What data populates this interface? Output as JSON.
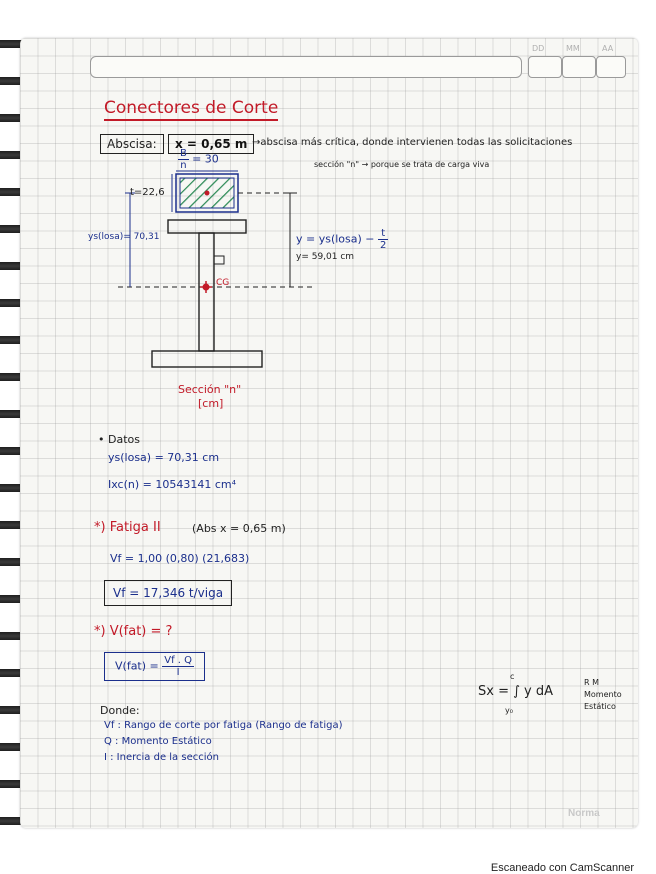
{
  "header": {
    "date_labels": [
      "DD",
      "MM",
      "AA"
    ]
  },
  "title": "Conectores de Corte",
  "abscisa": {
    "label": "Abscisa:",
    "value": "x = 0,65 m",
    "note": "→abscisa más crítica, donde intervienen todas las solicitaciones"
  },
  "figure": {
    "top_label_num": "B",
    "top_label_den": "n",
    "top_label_val": "= 30",
    "t_label": "t=22,6",
    "ys_label": "ys(losa)= 70,31",
    "section_note": "sección \"n\" → porque se trata de carga viva",
    "eq_left": "y = ys(losa) −",
    "eq_num": "t",
    "eq_den": "2",
    "y_value": "y= 59,01 cm",
    "cg_label": "CG",
    "caption_line1": "Sección \"n\"",
    "caption_line2": "[cm]"
  },
  "datos": {
    "heading": "• Datos",
    "line1": "ys(losa) = 70,31 cm",
    "line2": "Ixc(n) = 10543141 cm⁴"
  },
  "fatiga": {
    "heading": "*) Fatiga II",
    "heading_detail": "(Abs  x = 0,65 m)",
    "vf_eq": "Vf = 1,00 (0,80) (21,683)",
    "vf_result": "Vf = 17,346 t/viga"
  },
  "vfat": {
    "heading": "*) V(fat) = ?",
    "eq_left": "V(fat) =",
    "eq_num": "Vf . Q",
    "eq_den": "I"
  },
  "integral": {
    "eq": "Sx = ∫ y dA",
    "upper": "c",
    "lower": "y₀",
    "note1": "R M",
    "note2": "Momento",
    "note3": "Estático"
  },
  "donde": {
    "heading": "Donde:",
    "items": [
      "Vf : Rango de corte por fatiga (Rango de fatiga)",
      "Q : Momento Estático",
      "I : Inercia de la sección"
    ]
  },
  "brand": "Norma",
  "footer": "Escaneado con CamScanner",
  "colors": {
    "ink_blue": "#1b2f8c",
    "ink_red": "#c21a28",
    "hatch_green": "#2e8b57"
  }
}
